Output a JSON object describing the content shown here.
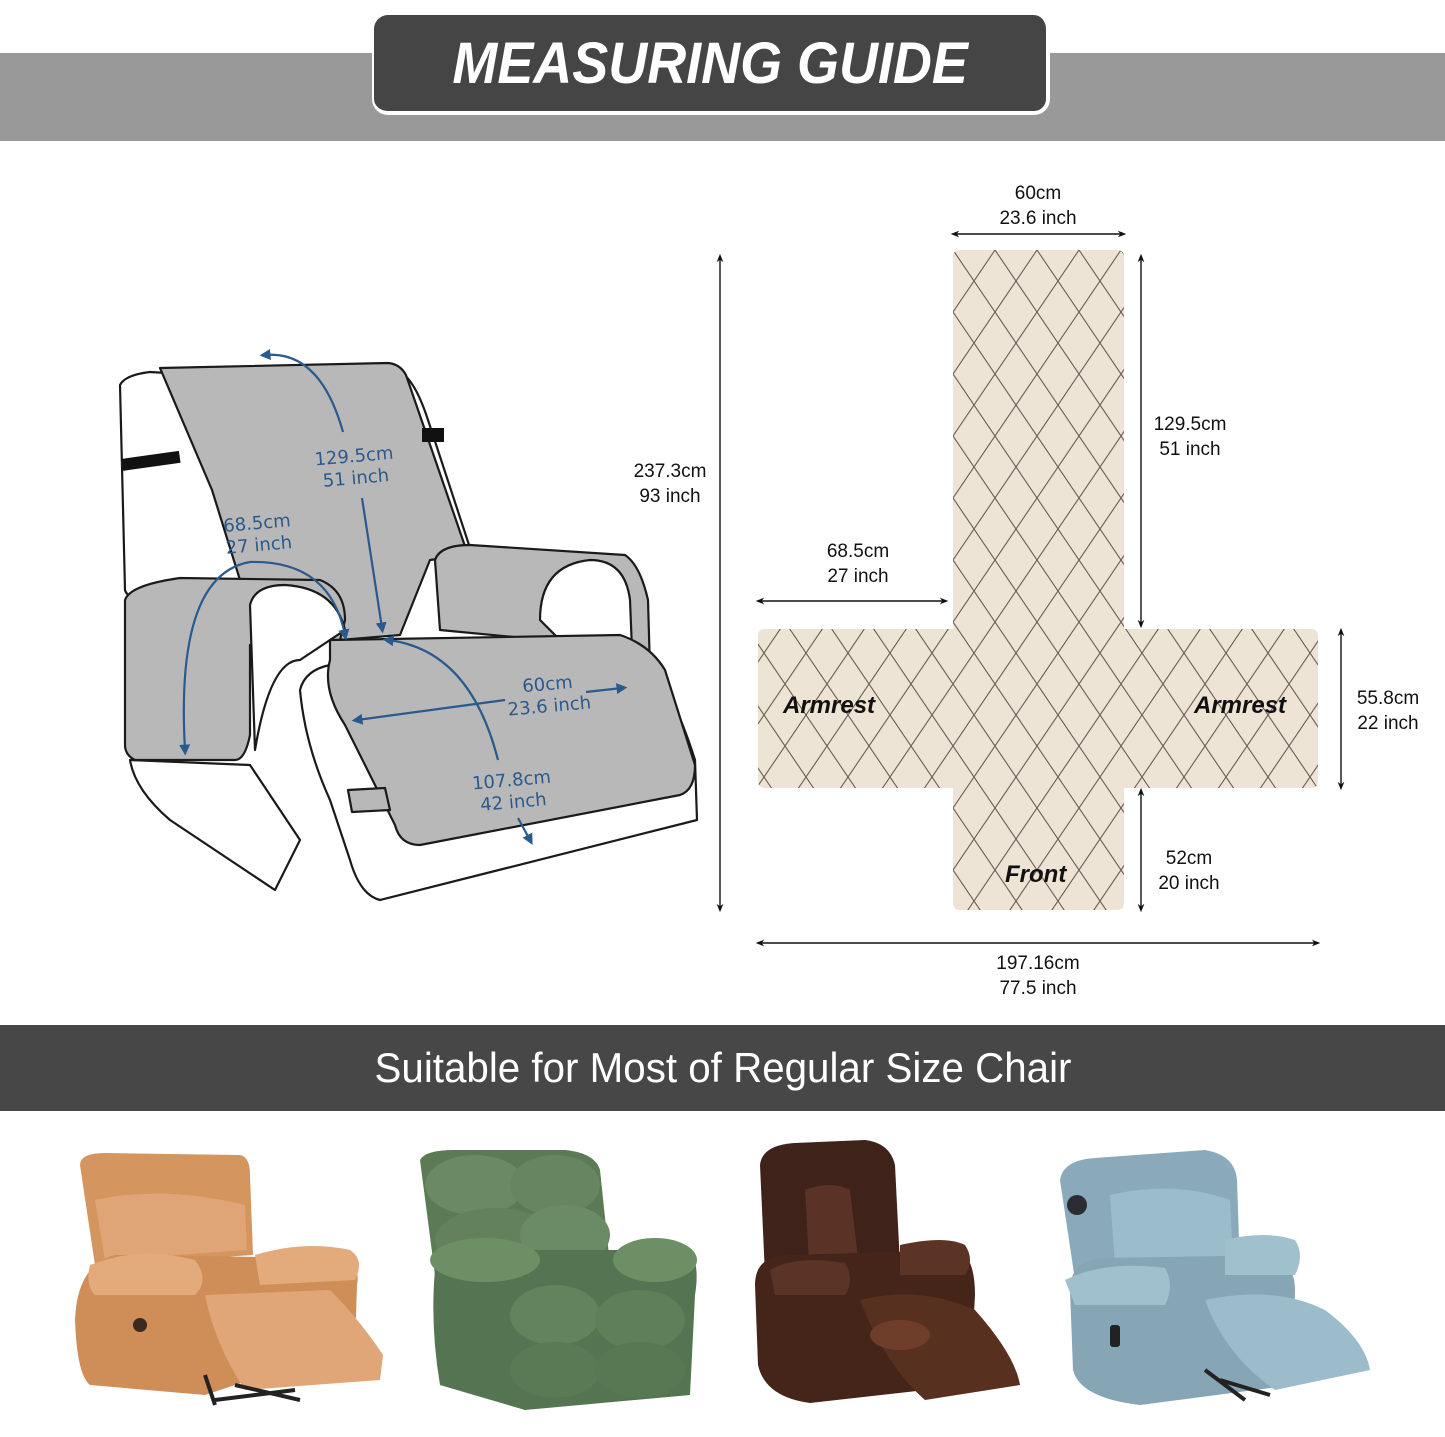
{
  "header": {
    "title": "MEASURING GUIDE"
  },
  "chair_diagram": {
    "labels": {
      "back_length": {
        "cm": "129.5cm",
        "inch": "51 inch"
      },
      "armrest_length": {
        "cm": "68.5cm",
        "inch": "27 inch"
      },
      "seat_width": {
        "cm": "60cm",
        "inch": "23.6 inch"
      },
      "seat_length": {
        "cm": "107.8cm",
        "inch": "42 inch"
      }
    },
    "fill_color": "#b8b8b8",
    "arrow_color": "#2a5a8c"
  },
  "flat_layout": {
    "total_height": {
      "cm": "237.3cm",
      "inch": "93 inch"
    },
    "top_width": {
      "cm": "60cm",
      "inch": "23.6 inch"
    },
    "back_length": {
      "cm": "129.5cm",
      "inch": "51 inch"
    },
    "armrest_width": {
      "cm": "68.5cm",
      "inch": "27 inch"
    },
    "armrest_height": {
      "cm": "55.8cm",
      "inch": "22 inch"
    },
    "front_length": {
      "cm": "52cm",
      "inch": "20 inch"
    },
    "total_width": {
      "cm": "197.16cm",
      "inch": "77.5 inch"
    },
    "zones": {
      "left_armrest": "Armrest",
      "right_armrest": "Armrest",
      "front": "Front"
    },
    "fabric_color": "#ede4d6",
    "quilt_line_color": "#6b5f55"
  },
  "suitability_band": {
    "text": "Suitable for Most of Regular Size Chair"
  },
  "example_chairs": [
    {
      "name": "tan leather rocker recliner",
      "color": "#d9a070"
    },
    {
      "name": "green plush pillowtop recliner",
      "color": "#5d7a58"
    },
    {
      "name": "brown leather power recliner",
      "color": "#4a2a1e"
    },
    {
      "name": "blue-grey leather massage recliner",
      "color": "#8fb0bf"
    }
  ]
}
